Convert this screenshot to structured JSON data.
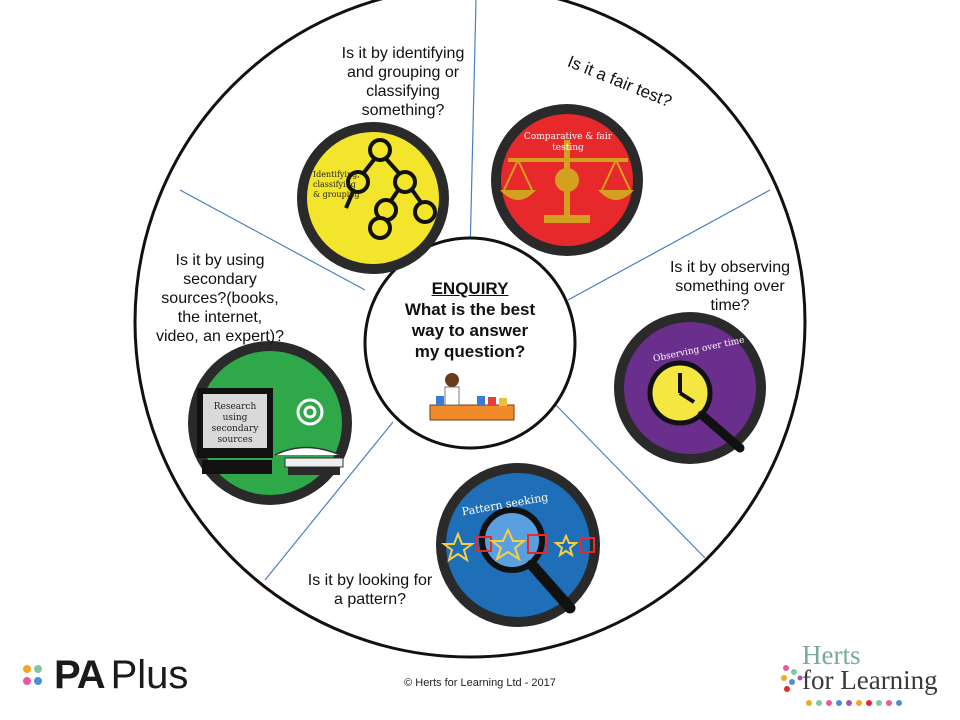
{
  "center": {
    "title": "ENQUIRY",
    "question": "What is the best\nway to answer\nmy question?"
  },
  "segments": [
    {
      "question": "Is it by identifying\nand grouping or\nclassifying\nsomething?",
      "badge_label": "Identifying,\nclassifying\n& grouping",
      "badge_color": "#f2e52b"
    },
    {
      "question": "Is it a fair test?",
      "badge_label": "Comparative & fair testing",
      "badge_color": "#e8292b"
    },
    {
      "question": "Is it by observing\nsomething over\ntime?",
      "badge_label": "Observing over time",
      "badge_color": "#6a2f8c"
    },
    {
      "question": "Is it by looking for\na pattern?",
      "badge_label": "Pattern seeking",
      "badge_color": "#1f6fb8"
    },
    {
      "question": "Is it by using\nsecondary\nsources?(books,\nthe internet,\nvideo, an expert)?",
      "badge_label": "Research\nusing\nsecondary\nsources",
      "badge_color": "#2fa84a"
    }
  ],
  "footer": {
    "copyright": "© Herts for Learning Ltd - 2017"
  },
  "logos": {
    "pa_plus": {
      "word1": "PA",
      "word2": "Plus"
    },
    "herts": {
      "line1": "Herts",
      "line2": "for Learning"
    }
  },
  "colors": {
    "divider": "#4a7fc0",
    "outline": "#111111"
  }
}
